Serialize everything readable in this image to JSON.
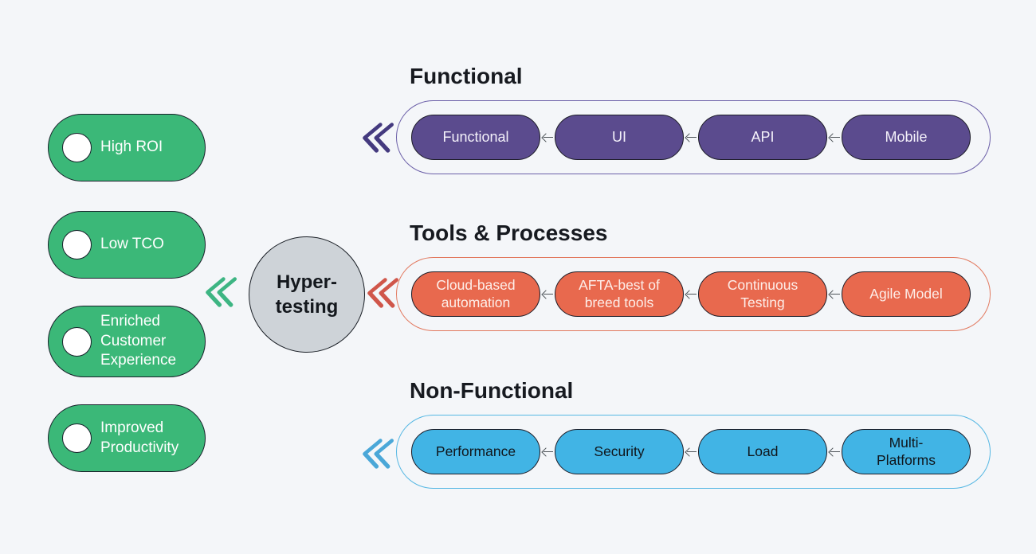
{
  "page": {
    "background": "#f4f6f9"
  },
  "benefits": {
    "fill": "#3bb878",
    "items": [
      "High ROI",
      "Low TCO",
      "Enriched\nCustomer\nExperience",
      "Improved\nProductivity"
    ]
  },
  "hub": {
    "label": "Hyper-\ntesting",
    "fill": "#ced3d8"
  },
  "connectors": {
    "arrow_color": "#4d5358",
    "chevron_green": "#3db583",
    "chevron_purple": "#443a7f",
    "chevron_red": "#d0564a",
    "chevron_blue": "#4aa7d8"
  },
  "groups": [
    {
      "title": "Functional",
      "fill": "#5b4b8e",
      "border": "#6b5fa8",
      "pills": [
        "Functional",
        "UI",
        "API",
        "Mobile"
      ]
    },
    {
      "title": "Tools & Processes",
      "fill": "#e8694e",
      "border": "#e2795f",
      "pills": [
        "Cloud-based\nautomation",
        "AFTA-best of\nbreed tools",
        "Continuous\nTesting",
        "Agile Model"
      ]
    },
    {
      "title": "Non-Functional",
      "fill": "#41b4e5",
      "border": "#55b7e3",
      "pills": [
        "Performance",
        "Security",
        "Load",
        "Multi-\nPlatforms"
      ]
    }
  ]
}
